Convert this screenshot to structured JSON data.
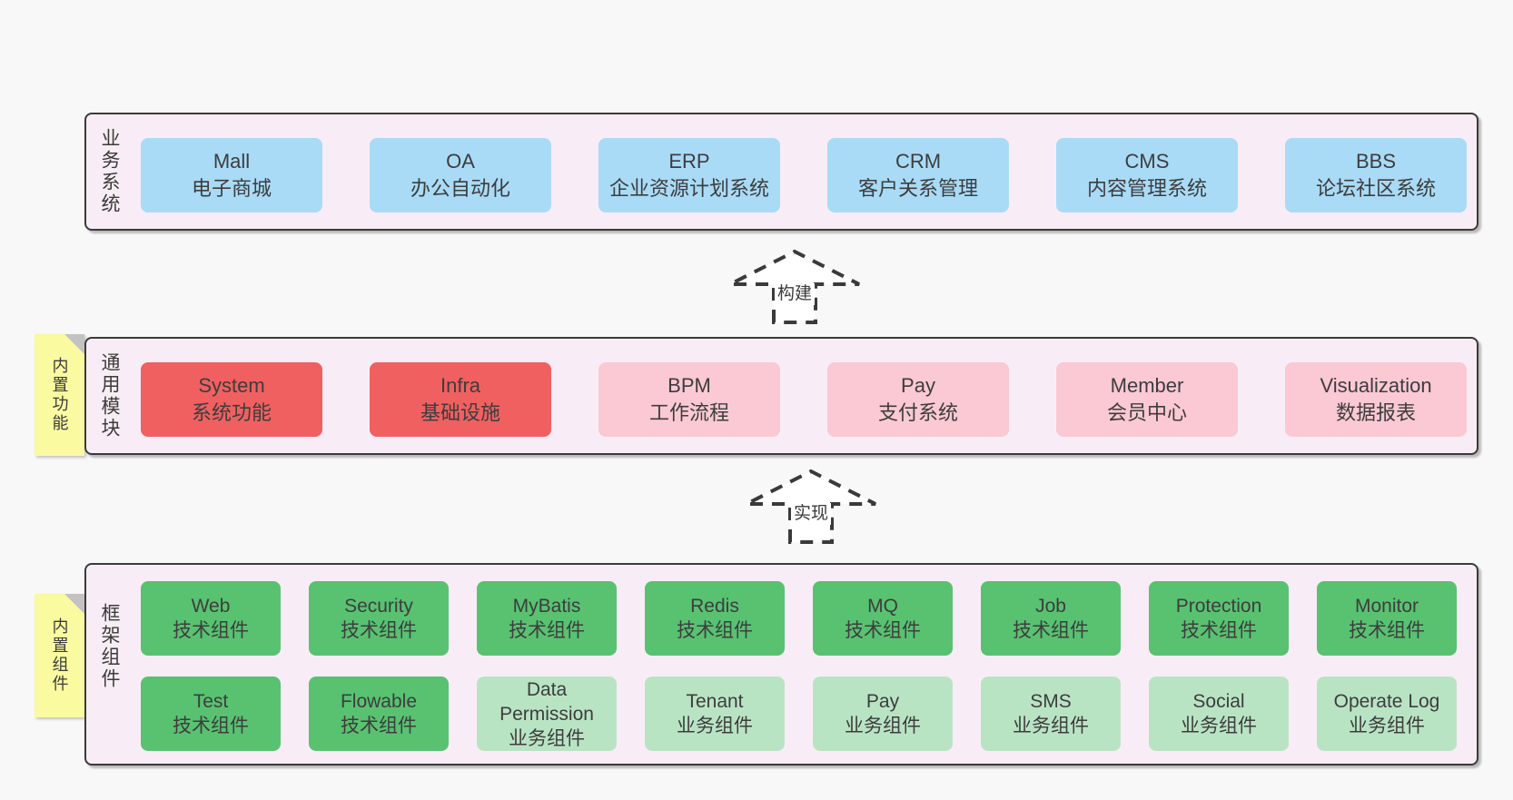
{
  "page": {
    "background": "#f8f8f8"
  },
  "colors": {
    "container_bg": "#f8edf6",
    "container_border": "#3a3a3c",
    "box_blue": "#a9dbf6",
    "box_red": "#f06060",
    "box_pink": "#fac9d3",
    "box_green": "#58c271",
    "box_light_green": "#b9e4c4",
    "sticky_yellow": "#fafaa0",
    "fold_gray": "#c2c2c2",
    "text": "#3d3d3d"
  },
  "layers": [
    {
      "id": "business-systems",
      "side_label": "业务系统",
      "boxes": [
        {
          "name": "Mall",
          "desc": "电子商城",
          "variant": "blue"
        },
        {
          "name": "OA",
          "desc": "办公自动化",
          "variant": "blue"
        },
        {
          "name": "ERP",
          "desc": "企业资源计划系统",
          "variant": "blue"
        },
        {
          "name": "CRM",
          "desc": "客户关系管理",
          "variant": "blue"
        },
        {
          "name": "CMS",
          "desc": "内容管理系统",
          "variant": "blue"
        },
        {
          "name": "BBS",
          "desc": "论坛社区系统",
          "variant": "blue"
        }
      ]
    },
    {
      "id": "common-modules",
      "side_label": "通用模块",
      "sticky_label": "内置功能",
      "boxes": [
        {
          "name": "System",
          "desc": "系统功能",
          "variant": "red"
        },
        {
          "name": "Infra",
          "desc": "基础设施",
          "variant": "red"
        },
        {
          "name": "BPM",
          "desc": "工作流程",
          "variant": "pink"
        },
        {
          "name": "Pay",
          "desc": "支付系统",
          "variant": "pink"
        },
        {
          "name": "Member",
          "desc": "会员中心",
          "variant": "pink"
        },
        {
          "name": "Visualization",
          "desc": "数据报表",
          "variant": "pink"
        }
      ]
    },
    {
      "id": "framework-components",
      "side_label": "框架组件",
      "sticky_label": "内置组件",
      "rows": [
        [
          {
            "name": "Web",
            "desc": "技术组件",
            "variant": "green"
          },
          {
            "name": "Security",
            "desc": "技术组件",
            "variant": "green"
          },
          {
            "name": "MyBatis",
            "desc": "技术组件",
            "variant": "green"
          },
          {
            "name": "Redis",
            "desc": "技术组件",
            "variant": "green"
          },
          {
            "name": "MQ",
            "desc": "技术组件",
            "variant": "green"
          },
          {
            "name": "Job",
            "desc": "技术组件",
            "variant": "green"
          },
          {
            "name": "Protection",
            "desc": "技术组件",
            "variant": "green"
          },
          {
            "name": "Monitor",
            "desc": "技术组件",
            "variant": "green"
          }
        ],
        [
          {
            "name": "Test",
            "desc": "技术组件",
            "variant": "green"
          },
          {
            "name": "Flowable",
            "desc": "技术组件",
            "variant": "green"
          },
          {
            "name": "Data Permission",
            "desc": "业务组件",
            "variant": "light-green"
          },
          {
            "name": "Tenant",
            "desc": "业务组件",
            "variant": "light-green"
          },
          {
            "name": "Pay",
            "desc": "业务组件",
            "variant": "light-green"
          },
          {
            "name": "SMS",
            "desc": "业务组件",
            "variant": "light-green"
          },
          {
            "name": "Social",
            "desc": "业务组件",
            "variant": "light-green"
          },
          {
            "name": "Operate Log",
            "desc": "业务组件",
            "variant": "light-green"
          }
        ]
      ]
    }
  ],
  "arrows": [
    {
      "label": "构建"
    },
    {
      "label": "实现"
    }
  ]
}
